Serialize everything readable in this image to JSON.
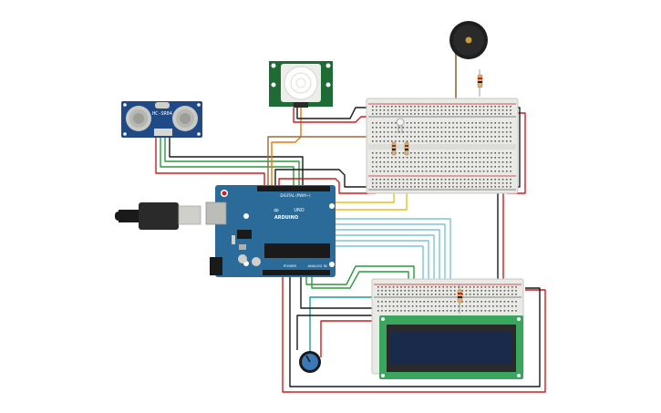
{
  "components": {
    "ultrasonic": {
      "label": "HC-SR04"
    },
    "arduino": {
      "brand": "ARDUINO",
      "model": "UNO",
      "header_digital": "DIGITAL (PWM~)",
      "header_power": "POWER",
      "header_analog": "ANALOG IN"
    }
  },
  "colors": {
    "wire_red": "#cc1f1f",
    "wire_black": "#1a1a1a",
    "wire_green": "#2a9a3a",
    "wire_yellow": "#e8c21a",
    "wire_orange": "#e07a10",
    "wire_brown": "#9a6a3a",
    "wire_teal": "#1e9aa0",
    "wire_lightblue": "#7cc4d8",
    "arduino_blue": "#2a6b9a",
    "pir_green": "#1f6b35",
    "lcd_green": "#3aa55c",
    "lcd_screen": "#1a2a4a",
    "breadboard": "#e9e9e6"
  }
}
